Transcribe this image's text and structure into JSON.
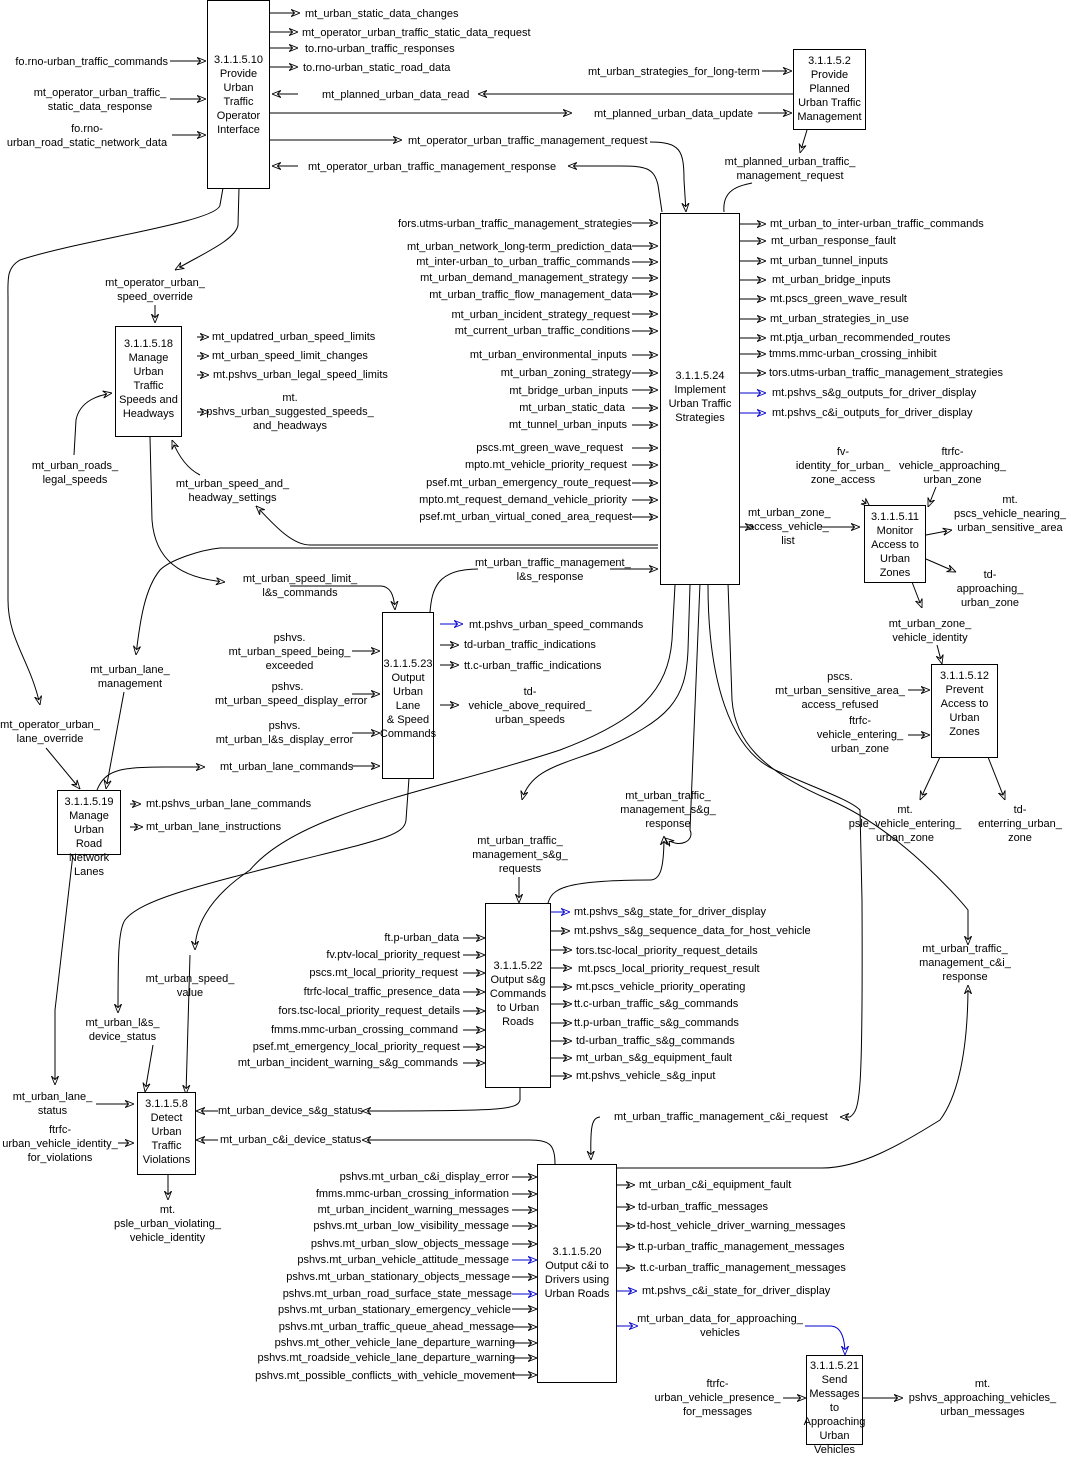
{
  "processes": {
    "p5_10": {
      "id": "3.1.1.5.10",
      "name": "Provide\nUrban\nTraffic\nOperator\nInterface"
    },
    "p5_2": {
      "id": "3.1.1.5.2",
      "name": "Provide\nPlanned\nUrban Traffic\nManagement"
    },
    "p5_24": {
      "id": "3.1.1.5.24",
      "name": "Implement\nUrban Traffic\nStrategies"
    },
    "p5_18": {
      "id": "3.1.1.5.18",
      "name": "Manage\nUrban\nTraffic\nSpeeds and\nHeadways"
    },
    "p5_11": {
      "id": "3.1.1.5.11",
      "name": "Monitor\nAccess to\nUrban\nZones"
    },
    "p5_12": {
      "id": "3.1.1.5.12",
      "name": "Prevent\nAccess to\nUrban\nZones"
    },
    "p5_23": {
      "id": "3.1.1.5.23",
      "name": "Output\nUrban Lane\n& Speed\nCommands"
    },
    "p5_19": {
      "id": "3.1.1.5.19",
      "name": "Manage Urban\nRoad Network\nLanes"
    },
    "p5_22": {
      "id": "3.1.1.5.22",
      "name": "Output s&g\nCommands\nto Urban\nRoads"
    },
    "p5_8": {
      "id": "3.1.1.5.8",
      "name": "Detect\nUrban\nTraffic\nViolations"
    },
    "p5_20": {
      "id": "3.1.1.5.20",
      "name": "Output c&i to\nDrivers using\nUrban Roads"
    },
    "p5_21": {
      "id": "3.1.1.5.21",
      "name": "Send\nMessages to\nApproaching\nUrban\nVehicles"
    }
  },
  "flows": {
    "f10_out": [
      "mt_urban_static_data_changes",
      "mt_operator_urban_traffic_static_data_request",
      "to.rno-urban_traffic_responses",
      "to.rno-urban_static_road_data"
    ],
    "f10_in": [
      "fo.rno-urban_traffic_commands",
      "mt_operator_urban_traffic_\nstatic_data_response",
      "fo.rno-\nurban_road_static_network_data"
    ],
    "planned_read": "mt_planned_urban_data_read",
    "planned_update": "mt_planned_urban_data_update",
    "long_term": "mt_urban_strategies_for_long-term",
    "op_mgmt_request": "mt_operator_urban_traffic_management_request",
    "op_mgmt_response": "mt_operator_urban_traffic_management_response",
    "planned_mgmt_request": "mt_planned_urban_traffic_\nmanagement_request",
    "f24_in": [
      "fors.utms-urban_traffic_management_strategies",
      "mt_urban_network_long-term_prediction_data",
      "mt_inter-urban_to_urban_traffic_commands",
      "mt_urban_demand_management_strategy",
      "mt_urban_traffic_flow_management_data",
      "mt_urban_incident_strategy_request",
      "mt_current_urban_traffic_conditions",
      "mt_urban_environmental_inputs",
      "mt_urban_zoning_strategy",
      "mt_bridge_urban_inputs",
      "mt_urban_static_data",
      "mt_tunnel_urban_inputs",
      "pscs.mt_green_wave_request",
      "mpto.mt_vehicle_priority_request",
      "psef.mt_urban_emergency_route_request",
      "mpto.mt_request_demand_vehicle_priority",
      "psef.mt_urban_virtual_coned_area_request"
    ],
    "f24_out": [
      "mt_urban_to_inter-urban_traffic_commands",
      "mt_urban_response_fault",
      "mt_urban_tunnel_inputs",
      "mt_urban_bridge_inputs",
      "mt.pscs_green_wave_result",
      "mt_urban_strategies_in_use",
      "mt.ptja_urban_recommended_routes",
      "tmms.mmc-urban_crossing_inhibit",
      "tors.utms-urban_traffic_management_strategies",
      "mt.pshvs_s&g_outputs_for_driver_display",
      "mt.pshvs_c&i_outputs_for_driver_display"
    ],
    "speed_override": "mt_operator_urban_\nspeed_override",
    "f18_out": [
      "mt_updatred_urban_speed_limits",
      "mt_urban_speed_limit_changes",
      "mt.pshvs_urban_legal_speed_limits",
      "mt.\npshvs_urban_suggested_speeds_\nand_headways"
    ],
    "roads_legal_speeds": "mt_urban_roads_\nlegal_speeds",
    "speed_headway_settings": "mt_urban_speed_and_\nheadway_settings",
    "zone_access_list": "mt_urban_zone_\naccess_vehicle_\nlist",
    "fv_identity": "fv-\nidentity_for_urban_\nzone_access",
    "ftrfc_approaching": "ftrfc-\nvehicle_approaching_\nurban_zone",
    "pscs_nearing": "mt.\npscs_vehicle_nearing_\nurban_sensitive_area",
    "td_approaching": "td-\napproaching_\nurban_zone",
    "zone_vehicle_identity": "mt_urban_zone_\nvehicle_identity",
    "pscs_refused": "pscs.\nmt_urban_sensitive_area_\naccess_refused",
    "ftrfc_entering": "ftrfc-\nvehicle_entering_\nurban_zone",
    "psle_entering": "mt.\npsle_vehicle_entering_\nurban_zone",
    "td_entering": "td-\nenterring_urban_\nzone",
    "speed_limit_ls": "mt_urban_speed_limit_\nl&s_commands",
    "mgmt_ls_response": "mt_urban_traffic_management_\nl&s_response",
    "f23_in": [
      "pshvs.\nmt_urban_speed_being_\nexceeded",
      "pshvs.\nmt_urban_speed_display_error",
      "pshvs.\nmt_urban_l&s_display_error"
    ],
    "f23_out": [
      "mt.pshvs_urban_speed_commands",
      "td-urban_traffic_indications",
      "tt.c-urban_traffic_indications",
      "td-\nvehicle_above_required_\nurban_speeds"
    ],
    "lane_management": "mt_urban_lane_\nmanagement",
    "lane_override": "mt_operator_urban_\nlane_override",
    "lane_commands": "mt_urban_lane_commands",
    "f19_out": [
      "mt.pshvs_urban_lane_commands",
      "mt_urban_lane_instructions"
    ],
    "sg_requests": "mt_urban_traffic_\nmanagement_s&g_\nrequests",
    "sg_response": "mt_urban_traffic_\nmanagement_s&g_\nresponse",
    "f22_in": [
      "ft.p-urban_data",
      "fv.ptv-local_priority_request",
      "pscs.mt_local_priority_request",
      "ftrfc-local_traffic_presence_data",
      "fors.tsc-local_priority_request_details",
      "fmms.mmc-urban_crossing_command",
      "psef.mt_emergency_local_priority_request",
      "mt_urban_incident_warning_s&g_commands"
    ],
    "f22_out": [
      "mt.pshvs_s&g_state_for_driver_display",
      "mt.pshvs_s&g_sequence_data_for_host_vehicle",
      "tors.tsc-local_priority_request_details",
      "mt.pscs_local_priority_request_result",
      "mt.pscs_vehicle_priority_operating",
      "tt.c-urban_traffic_s&g_commands",
      "tt.p-urban_traffic_s&g_commands",
      "td-urban_traffic_s&g_commands",
      "mt_urban_s&g_equipment_fault",
      "mt.pshvs_vehicle_s&g_input"
    ],
    "ci_response": "mt_urban_traffic_\nmanagement_c&i_\nresponse",
    "speed_value": "mt_urban_speed_\nvalue",
    "ls_device_status": "mt_urban_l&s_\ndevice_status",
    "lane_status": "mt_urban_lane_\nstatus",
    "ftrfc_violations": "ftrfc-\nurban_vehicle_identity_\nfor_violations",
    "device_sg_status": "mt_urban_device_s&g_status",
    "ci_device_status": "mt_urban_c&i_device_status",
    "psle_violating": "mt.\npsle_urban_violating_\nvehicle_identity",
    "ci_request": "mt_urban_traffic_management_c&i_request",
    "f20_in": [
      "pshvs.mt_urban_c&i_display_error",
      "fmms.mmc-urban_crossing_information",
      "mt_urban_incident_warning_messages",
      "pshvs.mt_urban_low_visibility_message",
      "pshvs.mt_urban_slow_objects_message",
      "pshvs.mt_urban_vehicle_attitude_message",
      "pshvs.mt_urban_stationary_objects_message",
      "pshvs.mt_urban_road_surface_state_message",
      "pshvs.mt_urban_stationary_emergency_vehicle",
      "pshvs.mt_urban_traffic_queue_ahead_message",
      "pshvs.mt_other_vehicle_lane_departure_warning",
      "pshvs.mt_roadside_vehicle_lane_departure_warning",
      "pshvs.mt_possible_conflicts_with_vehicle_movement"
    ],
    "f20_out": [
      "mt_urban_c&i_equipment_fault",
      "td-urban_traffic_messages",
      "td-host_vehicle_driver_warning_messages",
      "tt.p-urban_traffic_management_messages",
      "tt.c-urban_traffic_management_messages",
      "mt.pshvs_c&i_state_for_driver_display"
    ],
    "approaching_data": "mt_urban_data_for_approaching_\nvehicles",
    "ftrfc_presence": "ftrfc-\nurban_vehicle_presence_\nfor_messages",
    "pshvs_approaching": "mt.\npshvs_approaching_vehicles_\nurban_messages"
  },
  "colors": {
    "line": "#000000",
    "highlight_flow": "#0000cc"
  }
}
